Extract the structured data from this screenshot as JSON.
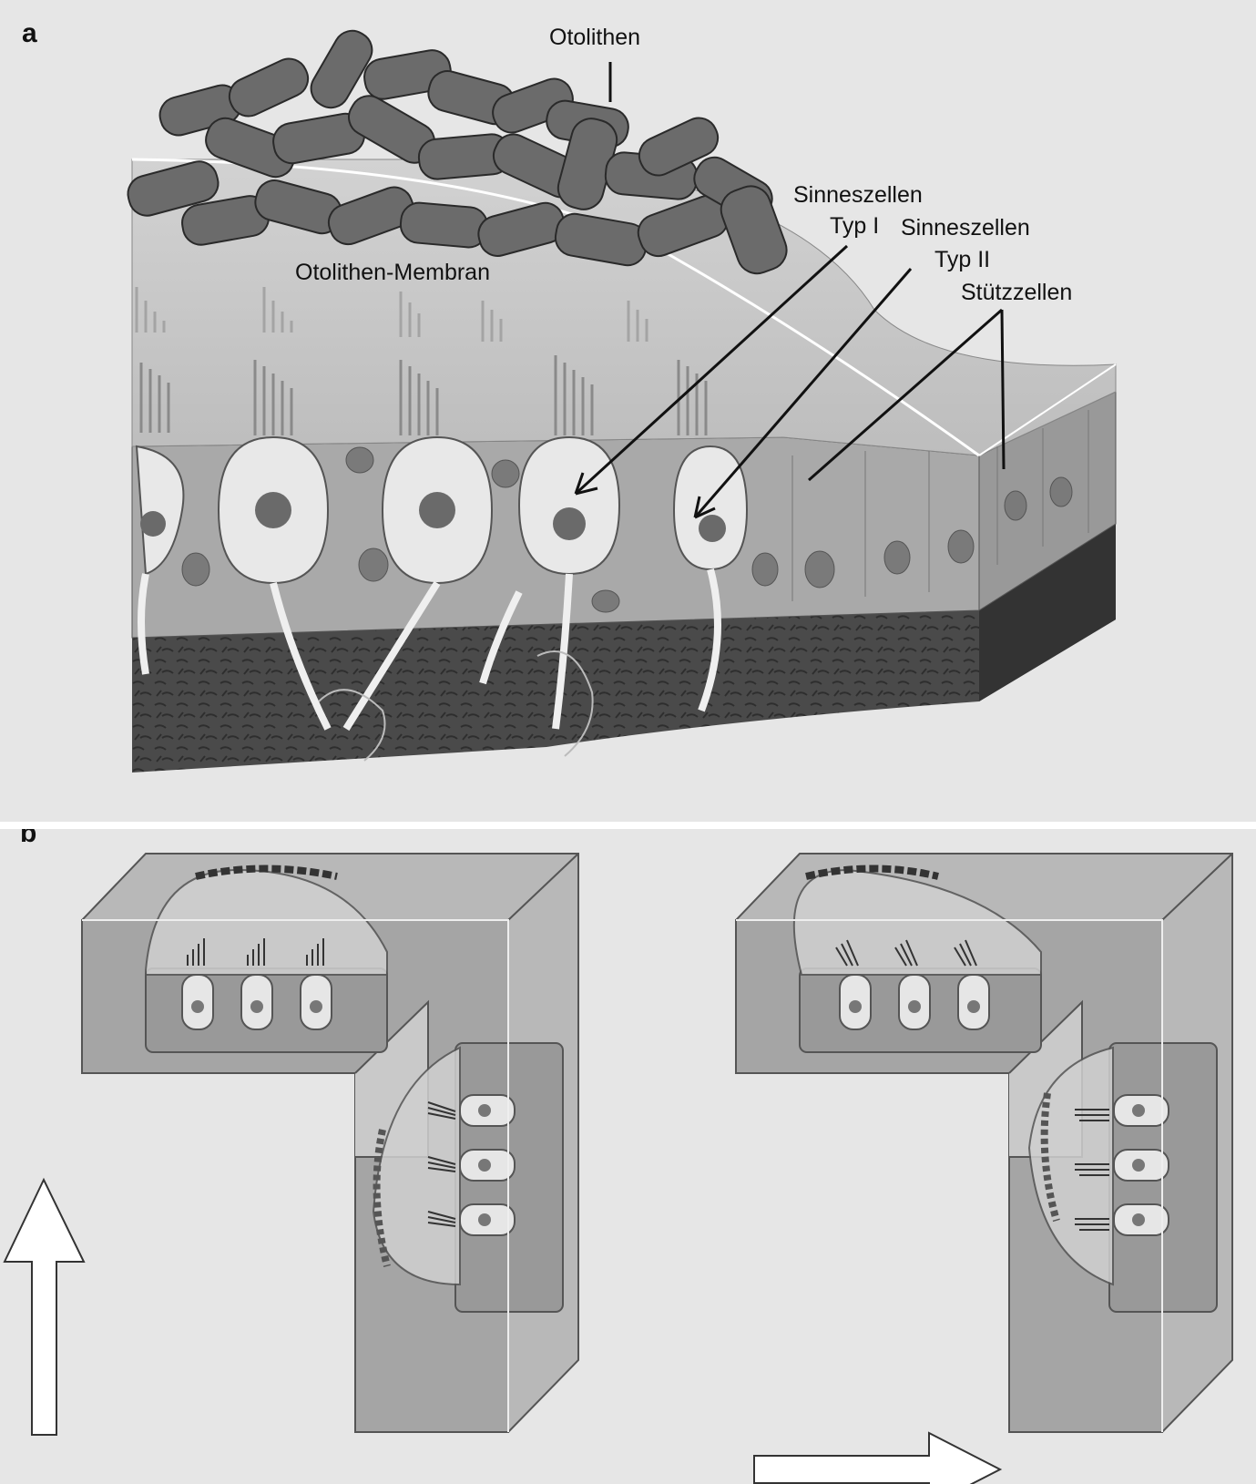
{
  "panel_a": {
    "letter": "a",
    "labels": {
      "otolithen": "Otolithen",
      "membran": "Otolithen-Membran",
      "typ1_line1": "Sinneszellen",
      "typ1_line2": "Typ I",
      "typ2_line1": "Sinneszellen",
      "typ2_line2": "Typ II",
      "stuetz": "Stützzellen"
    }
  },
  "panel_b": {
    "letter": "b",
    "arrows": [
      "up",
      "right"
    ]
  }
}
